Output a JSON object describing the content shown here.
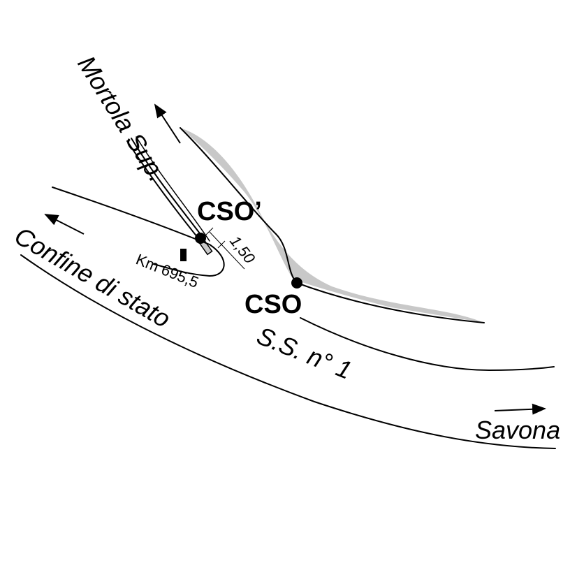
{
  "labels": {
    "mortola": "Mortola Sup.",
    "confine": "Confine di stato",
    "ss1": "S.S. n° 1",
    "savona": "Savona",
    "cso": "CSO",
    "cso_prime": "CSO’",
    "km": "Km 695,5",
    "width": "1,50"
  },
  "colors": {
    "line": "#000000",
    "shaded_area": "#c8c8c8",
    "background": "#ffffff"
  }
}
